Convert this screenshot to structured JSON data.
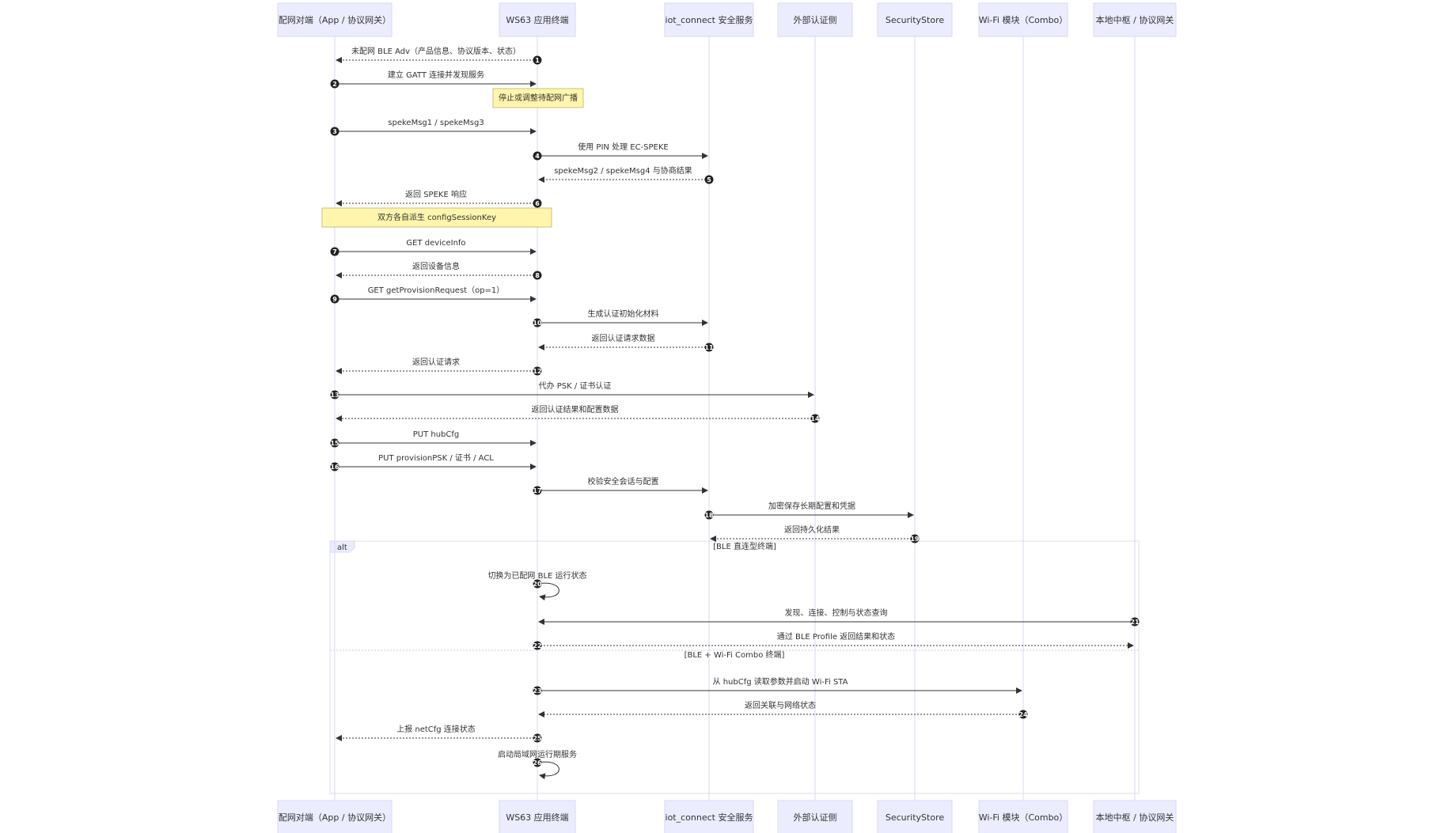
{
  "participants": [
    {
      "id": "app",
      "label": "配网对端（App / 协议网关）"
    },
    {
      "id": "ws63",
      "label": "WS63 应用终端"
    },
    {
      "id": "iot",
      "label": "iot_connect 安全服务"
    },
    {
      "id": "auth",
      "label": "外部认证侧"
    },
    {
      "id": "store",
      "label": "SecurityStore"
    },
    {
      "id": "wifi",
      "label": "Wi-Fi 模块（Combo）"
    },
    {
      "id": "hub",
      "label": "本地中枢 / 协议网关"
    }
  ],
  "messages": [
    {
      "num": 1,
      "from": "ws63",
      "to": "app",
      "text": "未配网 BLE Adv（产品信息、协议版本、状态）",
      "dashed": true
    },
    {
      "num": 2,
      "from": "app",
      "to": "ws63",
      "text": "建立 GATT 连接并发现服务",
      "dashed": false
    },
    {
      "num": 3,
      "from": "app",
      "to": "ws63",
      "text": "spekeMsg1 / spekeMsg3",
      "dashed": false
    },
    {
      "num": 4,
      "from": "ws63",
      "to": "iot",
      "text": "使用 PIN 处理 EC-SPEKE",
      "dashed": false
    },
    {
      "num": 5,
      "from": "iot",
      "to": "ws63",
      "text": "spekeMsg2 / spekeMsg4 与协商结果",
      "dashed": true
    },
    {
      "num": 6,
      "from": "ws63",
      "to": "app",
      "text": "返回 SPEKE 响应",
      "dashed": true
    },
    {
      "num": 7,
      "from": "app",
      "to": "ws63",
      "text": "GET deviceInfo",
      "dashed": false
    },
    {
      "num": 8,
      "from": "ws63",
      "to": "app",
      "text": "返回设备信息",
      "dashed": true
    },
    {
      "num": 9,
      "from": "app",
      "to": "ws63",
      "text": "GET getProvisionRequest（op=1）",
      "dashed": false
    },
    {
      "num": 10,
      "from": "ws63",
      "to": "iot",
      "text": "生成认证初始化材料",
      "dashed": false
    },
    {
      "num": 11,
      "from": "iot",
      "to": "ws63",
      "text": "返回认证请求数据",
      "dashed": true
    },
    {
      "num": 12,
      "from": "ws63",
      "to": "app",
      "text": "返回认证请求",
      "dashed": true
    },
    {
      "num": 13,
      "from": "app",
      "to": "auth",
      "text": "代办 PSK / 证书认证",
      "dashed": false
    },
    {
      "num": 14,
      "from": "auth",
      "to": "app",
      "text": "返回认证结果和配置数据",
      "dashed": true
    },
    {
      "num": 15,
      "from": "app",
      "to": "ws63",
      "text": "PUT hubCfg",
      "dashed": false
    },
    {
      "num": 16,
      "from": "app",
      "to": "ws63",
      "text": "PUT provisionPSK / 证书 / ACL",
      "dashed": false
    },
    {
      "num": 17,
      "from": "ws63",
      "to": "iot",
      "text": "校验安全会话与配置",
      "dashed": false
    },
    {
      "num": 18,
      "from": "iot",
      "to": "store",
      "text": "加密保存长期配置和凭据",
      "dashed": false
    },
    {
      "num": 19,
      "from": "store",
      "to": "iot",
      "text": "返回持久化结果",
      "dashed": true
    },
    {
      "num": 20,
      "from": "ws63",
      "to": "ws63",
      "text": "切换为已配网 BLE 运行状态",
      "dashed": false
    },
    {
      "num": 21,
      "from": "hub",
      "to": "ws63",
      "text": "发现、连接、控制与状态查询",
      "dashed": false
    },
    {
      "num": 22,
      "from": "ws63",
      "to": "hub",
      "text": "通过 BLE Profile 返回结果和状态",
      "dashed": true
    },
    {
      "num": 23,
      "from": "ws63",
      "to": "wifi",
      "text": "从 hubCfg 读取参数并启动 Wi-Fi STA",
      "dashed": false
    },
    {
      "num": 24,
      "from": "wifi",
      "to": "ws63",
      "text": "返回关联与网络状态",
      "dashed": true
    },
    {
      "num": 25,
      "from": "ws63",
      "to": "app",
      "text": "上报 netCfg 连接状态",
      "dashed": true
    },
    {
      "num": 26,
      "from": "ws63",
      "to": "ws63",
      "text": "启动局域网运行期服务",
      "dashed": false
    }
  ],
  "notes": [
    {
      "text": "停止或调整待配网广播"
    },
    {
      "text": "双方各自派生 configSessionKey"
    }
  ],
  "alt": {
    "label": "alt",
    "conditions": [
      "[BLE 直连型终端]",
      "[BLE + Wi-Fi Combo 终端]"
    ]
  }
}
